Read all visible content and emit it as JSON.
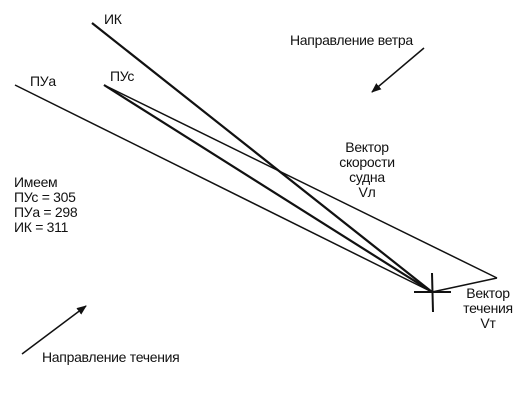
{
  "lines": {
    "ik": "ИК",
    "pus": "ПУс",
    "pua": "ПУа"
  },
  "wind": {
    "label": "Направление ветра"
  },
  "current_direction": {
    "label": "Направление течения"
  },
  "ship_vector": {
    "line1": "Вектор",
    "line2": "скорости",
    "line3": "судна",
    "line4": "Vл"
  },
  "current_vector": {
    "line1": "Вектор",
    "line2": "течения",
    "line3": "Vт"
  },
  "notes": {
    "heading": "Имеем",
    "pus": "ПУс = 305",
    "pua": "ПУа = 298",
    "ik": "ИК = 311"
  }
}
